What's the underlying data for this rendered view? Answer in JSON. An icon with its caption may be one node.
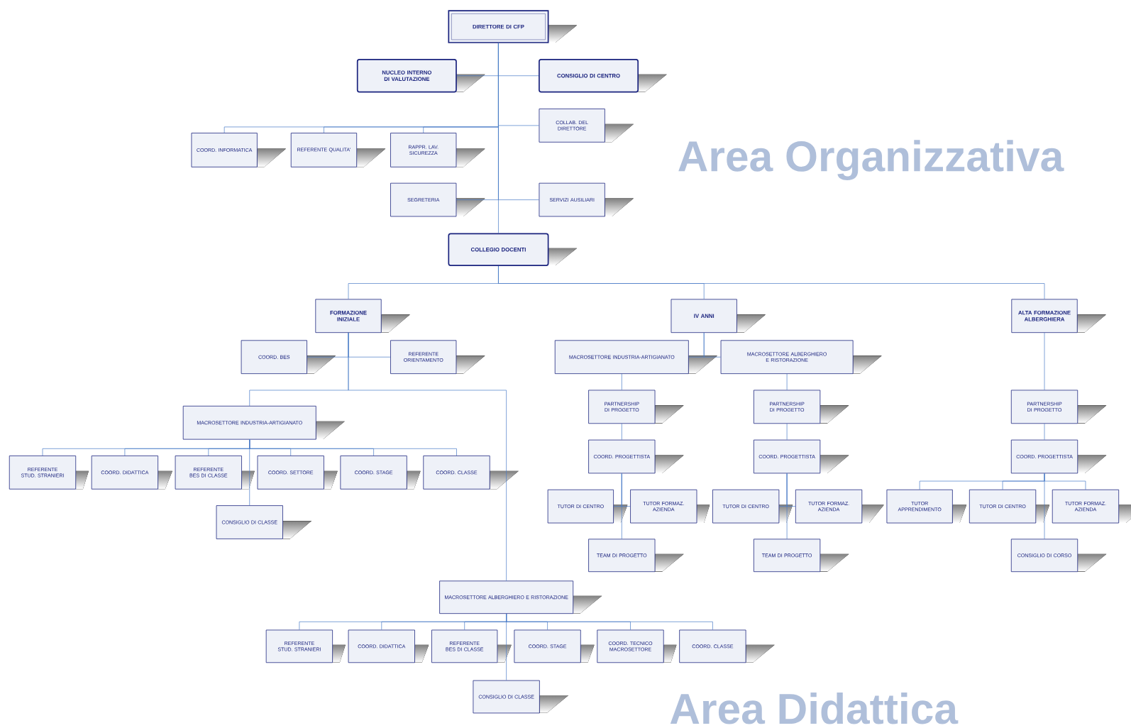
{
  "diagram": {
    "nodes": [
      {
        "text": [
          "DIRETTORE DI CFP"
        ]
      },
      {
        "text": [
          "NUCLEO INTERNO DI VALUTAZIONE"
        ]
      },
      {
        "text": [
          "CONSIGLIO DI CENTRO"
        ]
      },
      {
        "text": [
          "COLLAB. DEL DIRETTORE"
        ]
      },
      {
        "text": [
          "COORD. INFORMATICA"
        ]
      },
      {
        "text": [
          "REFERENTE QUALITA'"
        ]
      },
      {
        "text": [
          "RAPPR. LAV. SICUREZZA"
        ]
      },
      {
        "text": [
          "SEGRETERIA"
        ]
      },
      {
        "text": [
          "SERVIZI AUSILIARI"
        ]
      },
      {
        "text": [
          "COLLEGIO DOCENTI"
        ]
      },
      {
        "text": [
          "FORMAZIONE INIZIALE"
        ]
      },
      {
        "text": [
          "IV ANNI"
        ]
      },
      {
        "text": [
          "ALTA FORMAZIONE ALBERGHIERA"
        ]
      },
      {
        "text": [
          "COORD. BES"
        ]
      },
      {
        "text": [
          "REFERENTE ORIENTAMENTO"
        ]
      },
      {
        "text": [
          "MACROSETTORE INDUSTRIA-ARTIGIANATO"
        ]
      },
      {
        "text": [
          "REFERENTE STUD. STRANIERI"
        ]
      },
      {
        "text": [
          "COORD. DIDATTICA"
        ]
      },
      {
        "text": [
          "REFERENTE BES DI CLASSE"
        ]
      },
      {
        "text": [
          "COORD. SETTORE"
        ]
      },
      {
        "text": [
          "COORD. STAGE"
        ]
      },
      {
        "text": [
          "COORD. CLASSE"
        ]
      },
      {
        "text": [
          "CONSIGLIO DI CLASSE"
        ]
      },
      {
        "text": [
          "MACROSETTORE INDUSTRIA-ARTIGIANATO"
        ]
      },
      {
        "text": [
          "MACROSETTORE ALBERGHIERO E RISTORAZIONE"
        ]
      },
      {
        "text": [
          "PARTNERSHIP DI PROGETTO"
        ]
      },
      {
        "text": [
          "COORD. PROGETTISTA"
        ]
      },
      {
        "text": [
          "TUTOR DI CENTRO"
        ]
      },
      {
        "text": [
          "TUTOR FORMAZ. AZIENDA"
        ]
      },
      {
        "text": [
          "TEAM DI PROGETTO"
        ]
      },
      {
        "text": [
          "PARTNERSHIP DI PROGETTO"
        ]
      },
      {
        "text": [
          "COORD. PROGETTISTA"
        ]
      },
      {
        "text": [
          "TUTOR DI CENTRO"
        ]
      },
      {
        "text": [
          "TUTOR FORMAZ. AZIENDA"
        ]
      },
      {
        "text": [
          "TEAM DI PROGETTO"
        ]
      },
      {
        "text": [
          "PARTNERSHIP DI PROGETTO"
        ]
      },
      {
        "text": [
          "COORD. PROGETTISTA"
        ]
      },
      {
        "text": [
          "TUTOR APPRENDIMENTO"
        ]
      },
      {
        "text": [
          "TUTOR DI CENTRO"
        ]
      },
      {
        "text": [
          "TUTOR FORMAZ. AZIENDA"
        ]
      },
      {
        "text": [
          "CONSIGLIO DI CORSO"
        ]
      },
      {
        "text": [
          "MACROSETTORE ALBERGHIERO E RISTORAZIONE"
        ]
      },
      {
        "text": [
          "REFERENTE STUD. STRANIERI"
        ]
      },
      {
        "text": [
          "COORD. DIDATTICA"
        ]
      },
      {
        "text": [
          "REFERENTE BES DI CLASSE"
        ]
      },
      {
        "text": [
          "COORD. STAGE"
        ]
      },
      {
        "text": [
          "COORD. TECNICO MACROSETTORE"
        ]
      },
      {
        "text": [
          "COORD. CLASSE"
        ]
      },
      {
        "text": [
          "CONSIGLIO DI CLASSE"
        ]
      }
    ],
    "edges": [
      {
        "from": 0,
        "to": 1,
        "arrow": "none"
      },
      {
        "from": 0,
        "to": 2,
        "arrow": "none"
      },
      {
        "from": 0,
        "to": 3,
        "arrow": "none"
      },
      {
        "from": 0,
        "to": 4,
        "arrow": "none"
      },
      {
        "from": 0,
        "to": 5,
        "arrow": "none"
      },
      {
        "from": 0,
        "to": 6,
        "arrow": "none"
      },
      {
        "from": 0,
        "to": 7,
        "arrow": "none"
      },
      {
        "from": 0,
        "to": 8,
        "arrow": "none"
      },
      {
        "from": 0,
        "to": 9,
        "arrow": "none"
      },
      {
        "from": 9,
        "to": 10,
        "arrow": "none"
      },
      {
        "from": 9,
        "to": 11,
        "arrow": "none"
      },
      {
        "from": 9,
        "to": 12,
        "arrow": "none"
      },
      {
        "from": 10,
        "to": 13,
        "arrow": "none"
      },
      {
        "from": 10,
        "to": 14,
        "arrow": "none"
      },
      {
        "from": 10,
        "to": 15,
        "arrow": "none"
      },
      {
        "from": 10,
        "to": 41,
        "arrow": "none"
      },
      {
        "from": 15,
        "to": 16,
        "arrow": "none"
      },
      {
        "from": 15,
        "to": 17,
        "arrow": "none"
      },
      {
        "from": 15,
        "to": 18,
        "arrow": "none"
      },
      {
        "from": 15,
        "to": 19,
        "arrow": "none"
      },
      {
        "from": 15,
        "to": 20,
        "arrow": "none"
      },
      {
        "from": 15,
        "to": 21,
        "arrow": "none"
      },
      {
        "from": 15,
        "to": 22,
        "arrow": "none"
      },
      {
        "from": 11,
        "to": 23,
        "arrow": "none"
      },
      {
        "from": 11,
        "to": 24,
        "arrow": "none"
      },
      {
        "from": 23,
        "to": 25,
        "arrow": "none"
      },
      {
        "from": 25,
        "to": 26,
        "arrow": "none"
      },
      {
        "from": 26,
        "to": 27,
        "arrow": "none"
      },
      {
        "from": 26,
        "to": 28,
        "arrow": "none"
      },
      {
        "from": 26,
        "to": 29,
        "arrow": "none"
      },
      {
        "from": 24,
        "to": 30,
        "arrow": "none"
      },
      {
        "from": 30,
        "to": 31,
        "arrow": "none"
      },
      {
        "from": 31,
        "to": 32,
        "arrow": "none"
      },
      {
        "from": 31,
        "to": 33,
        "arrow": "none"
      },
      {
        "from": 31,
        "to": 34,
        "arrow": "none"
      },
      {
        "from": 12,
        "to": 35,
        "arrow": "none"
      },
      {
        "from": 35,
        "to": 36,
        "arrow": "none"
      },
      {
        "from": 36,
        "to": 37,
        "arrow": "none"
      },
      {
        "from": 36,
        "to": 38,
        "arrow": "none"
      },
      {
        "from": 36,
        "to": 39,
        "arrow": "none"
      },
      {
        "from": 36,
        "to": 40,
        "arrow": "none"
      },
      {
        "from": 41,
        "to": 42,
        "arrow": "none"
      },
      {
        "from": 41,
        "to": 43,
        "arrow": "none"
      },
      {
        "from": 41,
        "to": 44,
        "arrow": "none"
      },
      {
        "from": 41,
        "to": 45,
        "arrow": "none"
      },
      {
        "from": 41,
        "to": 46,
        "arrow": "none"
      },
      {
        "from": 41,
        "to": 47,
        "arrow": "none"
      },
      {
        "from": 41,
        "to": 48,
        "arrow": "none"
      }
    ],
    "labels": [
      "Area Organizzativa",
      "Area Didattica"
    ]
  }
}
